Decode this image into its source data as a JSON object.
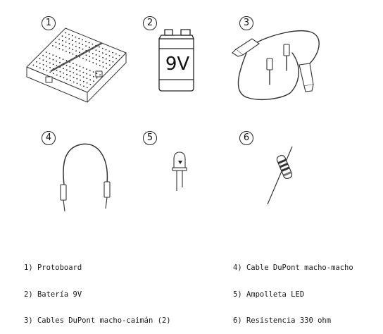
{
  "items": [
    {
      "number": "1",
      "name": "Protoboard"
    },
    {
      "number": "2",
      "name": "Batería 9V",
      "battery_text": "9V"
    },
    {
      "number": "3",
      "name": "Cables DuPont macho-caimán (2)"
    },
    {
      "number": "4",
      "name": "Cable DuPont macho-macho"
    },
    {
      "number": "5",
      "name": "Ampolleta LED"
    },
    {
      "number": "6",
      "name": "Resistencia 330 ohm"
    }
  ],
  "legend_left": [
    "1) Protoboard",
    "2) Batería 9V",
    "3) Cables DuPont macho-caimán (2)"
  ],
  "legend_right": [
    "4) Cable DuPont macho-macho",
    "5) Ampolleta LED",
    "6) Resistencia 330 ohm"
  ]
}
